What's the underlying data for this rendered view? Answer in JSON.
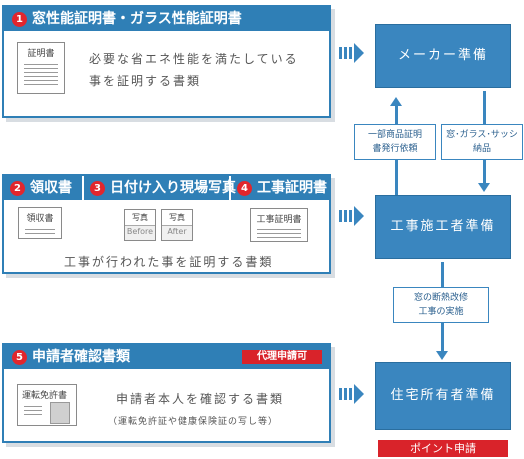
{
  "section1": {
    "number": "1",
    "title": "窓性能証明書・ガラス性能証明書",
    "doc_label": "証明書",
    "description_line1": "必要な省エネ性能を満たしている",
    "description_line2": "事を証明する書類"
  },
  "section2": {
    "items": [
      {
        "number": "2",
        "title": "領収書"
      },
      {
        "number": "3",
        "title": "日付け入り現場写真"
      },
      {
        "number": "4",
        "title": "工事証明書"
      }
    ],
    "receipt_doc": "領収書",
    "photo_label": "写真",
    "photo_before": "Before",
    "photo_after": "After",
    "cert_doc": "工事証明書",
    "description": "工事が行われた事を証明する書類"
  },
  "section5": {
    "number": "5",
    "title": "申請者確認書類",
    "badge": "代理申請可",
    "doc_label": "運転免許書",
    "description_line1": "申請者本人を確認する書類",
    "description_line2": "（運転免許証や健康保険証の写し等）"
  },
  "flow": {
    "box1": "メーカー準備",
    "box2": "工事施工者準備",
    "box3": "住宅所有者準備",
    "note_left_line1": "一部商品証明",
    "note_left_line2": "書発行依頼",
    "note_right_line1": "窓･ガラス･サッシ",
    "note_right_line2": "納品",
    "note_middle_line1": "窓の断熱改修",
    "note_middle_line2": "工事の実施",
    "point_label": "ポイント申請"
  },
  "colors": {
    "primary": "#2f7fb6",
    "accent": "#d9232a"
  }
}
